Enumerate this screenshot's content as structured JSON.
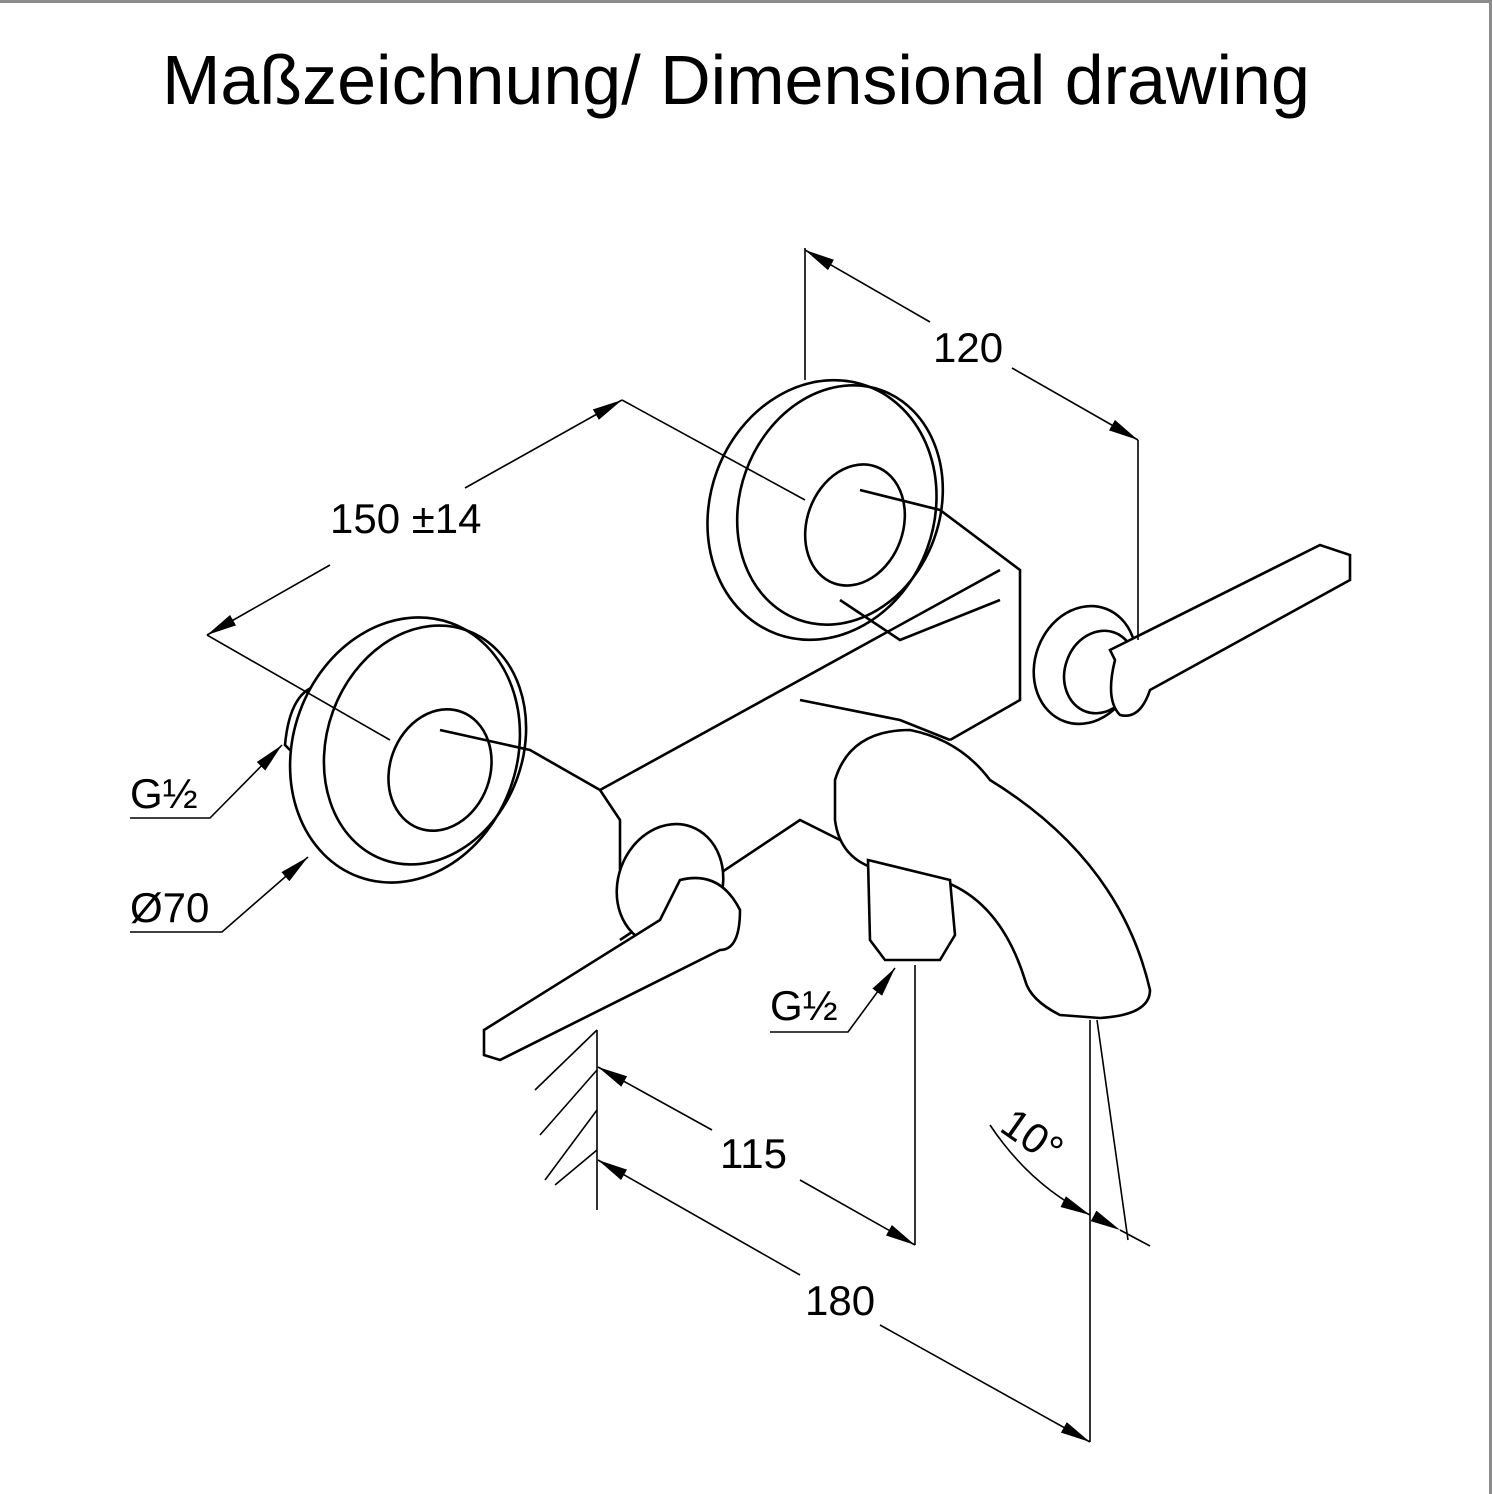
{
  "title": "Maßzeichnung/ Dimensional drawing",
  "dimensions": {
    "projection": "120",
    "center_distance": "150 ±14",
    "inlet_thread": "G½",
    "rosette_diameter": "Ø70",
    "outlet_thread_distance": "115",
    "spout_projection": "180",
    "outlet_thread": "G½",
    "spout_angle": "10°"
  }
}
